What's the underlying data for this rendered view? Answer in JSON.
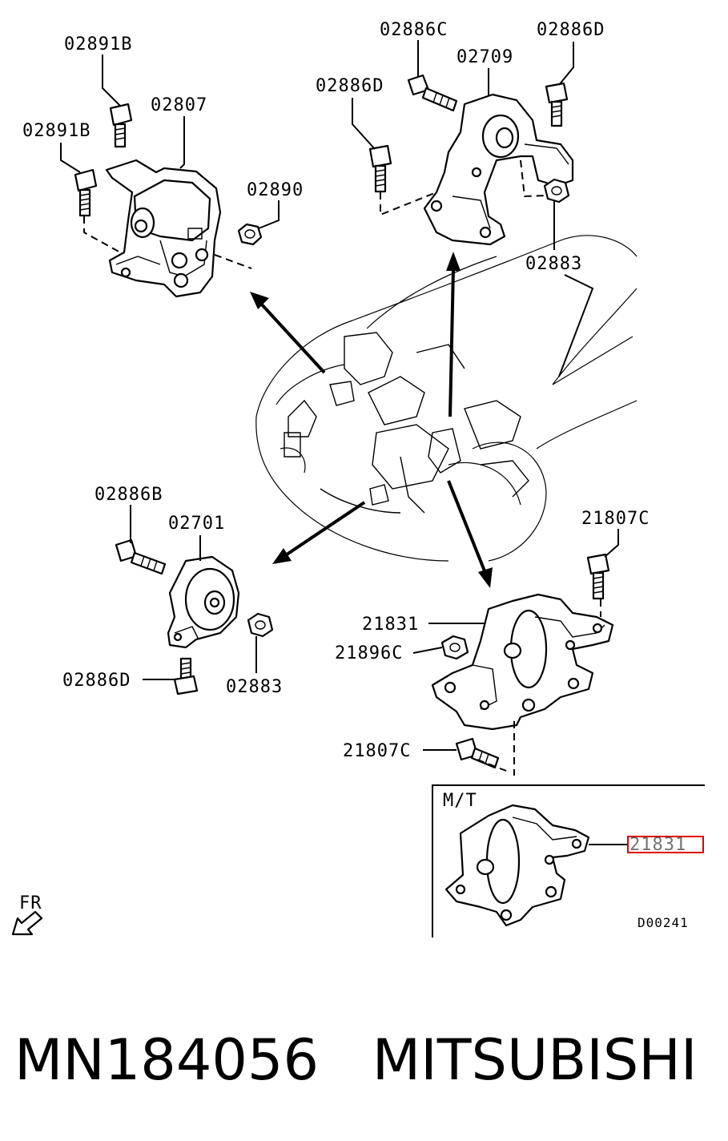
{
  "labels": {
    "p02891B_top": "02891B",
    "p02807": "02807",
    "p02891B_left": "02891B",
    "p02890": "02890",
    "p02886C": "02886C",
    "p02709": "02709",
    "p02886D_right": "02886D",
    "p02886D_left": "02886D",
    "p02883_top": "02883",
    "p02886B": "02886B",
    "p02701": "02701",
    "p02886D_bottom": "02886D",
    "p02883_bottom": "02883",
    "p21807C_top": "21807C",
    "p21831": "21831",
    "p21896C": "21896C",
    "p21807C_bottom": "21807C",
    "inset_mt": "M/T",
    "inset_21831": "21831",
    "diagram_code": "D00241",
    "front": "FR"
  },
  "footer": {
    "part_number": "MN184056",
    "brand": "MITSUBISHI",
    "text": "MN184056   MITSUBISHI"
  },
  "colors": {
    "line": "#000000",
    "background": "#ffffff",
    "highlight": "#e00000"
  }
}
